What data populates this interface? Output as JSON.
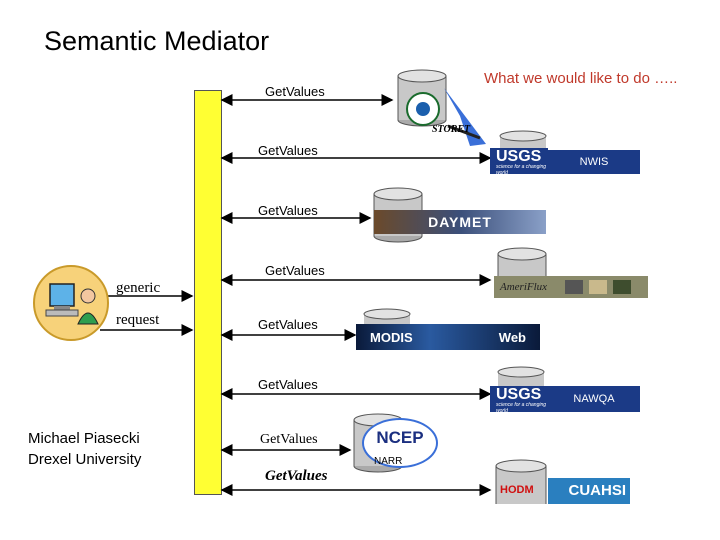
{
  "title": "Semantic Mediator",
  "subtitle": "What we would like to do …..",
  "request_labels": {
    "line1": "generic",
    "line2": "request"
  },
  "author": {
    "name": "Michael Piasecki",
    "affiliation": "Drexel University"
  },
  "get_values": [
    "GetValues",
    "GetValues",
    "GetValues",
    "GetValues",
    "GetValues",
    "GetValues",
    "GetValues",
    "GetValues"
  ],
  "sources": {
    "storet": "STORET",
    "nwis": "NWIS",
    "usgs": "USGS",
    "usgs_tagline": "science for a changing world",
    "daymet": "DAYMET",
    "ameriflux": "AmeriFlux",
    "modis": "MODIS",
    "modis_web": "Web",
    "nawqa": "NAWQA",
    "ncep": "NCEP",
    "narr": "NARR",
    "hodm": "HODM",
    "cuahsi": "CUAHSI"
  },
  "colors": {
    "mediator": "#ffff33",
    "subtitle": "#c0392b",
    "usgs": "#1b3a86"
  }
}
